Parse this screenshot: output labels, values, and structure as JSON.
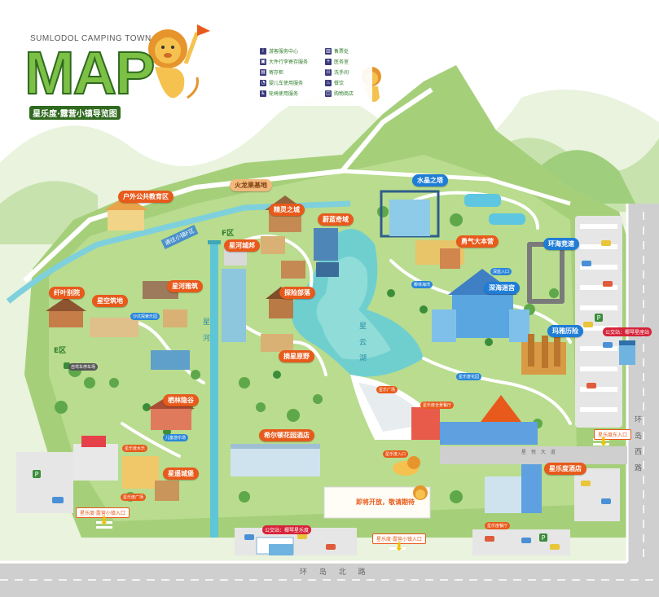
{
  "header": {
    "subtitle": "SUMLODOL CAMPING TOWN",
    "map_title": "MAP",
    "guide_title": "星乐度·露营小镇导览图"
  },
  "legend": [
    {
      "icon": "info-icon",
      "label": "游客服务中心"
    },
    {
      "icon": "luggage-icon",
      "label": "大件行李寄存服务"
    },
    {
      "icon": "locker-icon",
      "label": "寄存柜"
    },
    {
      "icon": "stroller-icon",
      "label": "婴儿车使用服务"
    },
    {
      "icon": "wheelchair-icon",
      "label": "轮椅使用服务"
    },
    {
      "icon": "ticket-icon",
      "label": "售票处"
    },
    {
      "icon": "medical-icon",
      "label": "医务室"
    },
    {
      "icon": "restroom-icon",
      "label": "洗手间"
    },
    {
      "icon": "dining-icon",
      "label": "餐饮"
    },
    {
      "icon": "shop-icon",
      "label": "购物商店"
    }
  ],
  "zones": {
    "e_zone": "E区",
    "f_zone": "F区"
  },
  "places": {
    "outdoor_education": "户外公共教育区",
    "fern_villa": "纤叶别院",
    "star_nest": "星空筑地",
    "river_villa": "星河雅筑",
    "star_city": "星河城邦",
    "elf_city": "精灵之城",
    "fire_dragon_base": "火龙果基地",
    "blue_realm": "蔚蓝奇域",
    "exploration_tribe": "探险部落",
    "pick_star": "摘星原野",
    "crystal_tower": "水晶之塔",
    "courage_camp": "勇气大本营",
    "deep_sea_maze": "深海迷宫",
    "sea_race": "环海竞速",
    "ma_ya_adventure": "玛雅历险",
    "hilton_hotel": "希尔顿花园酒店",
    "star_hotel": "星乐度酒店",
    "forest_valley": "栖林隐谷",
    "star_castle": "星遥城堡",
    "coming_soon": "即将开放，敬请期待"
  },
  "mini_labels": {
    "outdoor_hall": "沙坑探索乐园",
    "park_lot": "自驾车停车场",
    "kids_play": "儿童游乐场",
    "water_music": "星乐度水乐",
    "star_square": "星乐度广场",
    "star_mall": "星乐度全景餐厅",
    "star_bridge": "星乐度花园",
    "star_entrance": "星乐度入口",
    "star_square2": "星乐广场",
    "deep_blue_entry": "深蓝入口",
    "coconut_bay": "椰林海湾",
    "ocean_entry": "星乐度餐厅"
  },
  "transport": {
    "bus_station_east": "公交站：椰琴星座站",
    "bus_station_south": "公交站：椰琴星乐度",
    "gate_east": "星乐度东入口",
    "gate_south_west": "星乐度·露营小镇入口",
    "gate_south": "星乐度·露营小镇入口",
    "f_zone_road": "通往小镇F区"
  },
  "roads": {
    "north_road": "环 岛 北 路",
    "west_road": "环 岛 西 路",
    "fan_road": "星 悦 大 道"
  },
  "water": {
    "star_river": "星 河",
    "star_lake": "星 云 湖"
  }
}
